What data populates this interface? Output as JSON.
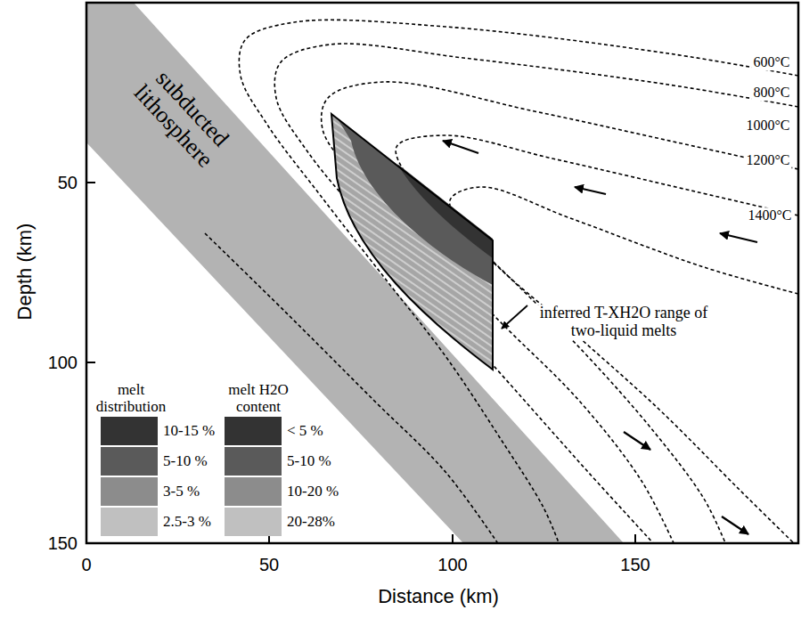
{
  "diagram": {
    "nodes": [
      {
        "text": [
          "subducted lithosphere"
        ]
      }
    ],
    "labels": [
      "50",
      "100",
      "150",
      "0",
      "50",
      "100",
      "150",
      "Depth (km)",
      "Distance (km)",
      "600°C",
      "800°C",
      "1000°C",
      "1200°C",
      "1400°C",
      "inferred T-XH2O range of two-liquid melts",
      "melt distribution",
      "melt H2O content"
    ],
    "legend": [
      {
        "text": "10-15 %",
        "color": "#333333"
      },
      {
        "text": "5-10 %",
        "color": "#5a5a5a"
      },
      {
        "text": "3-5 %",
        "color": "#8c8c8c"
      },
      {
        "text": "2.5-3 %",
        "color": "#c0c0c0"
      },
      {
        "text": "< 5 %",
        "color": "#333333"
      },
      {
        "text": "5-10 %",
        "color": "#5a5a5a"
      },
      {
        "text": "10-20 %",
        "color": "#8c8c8c"
      },
      {
        "text": "20-28%",
        "color": "#c0c0c0"
      }
    ]
  }
}
